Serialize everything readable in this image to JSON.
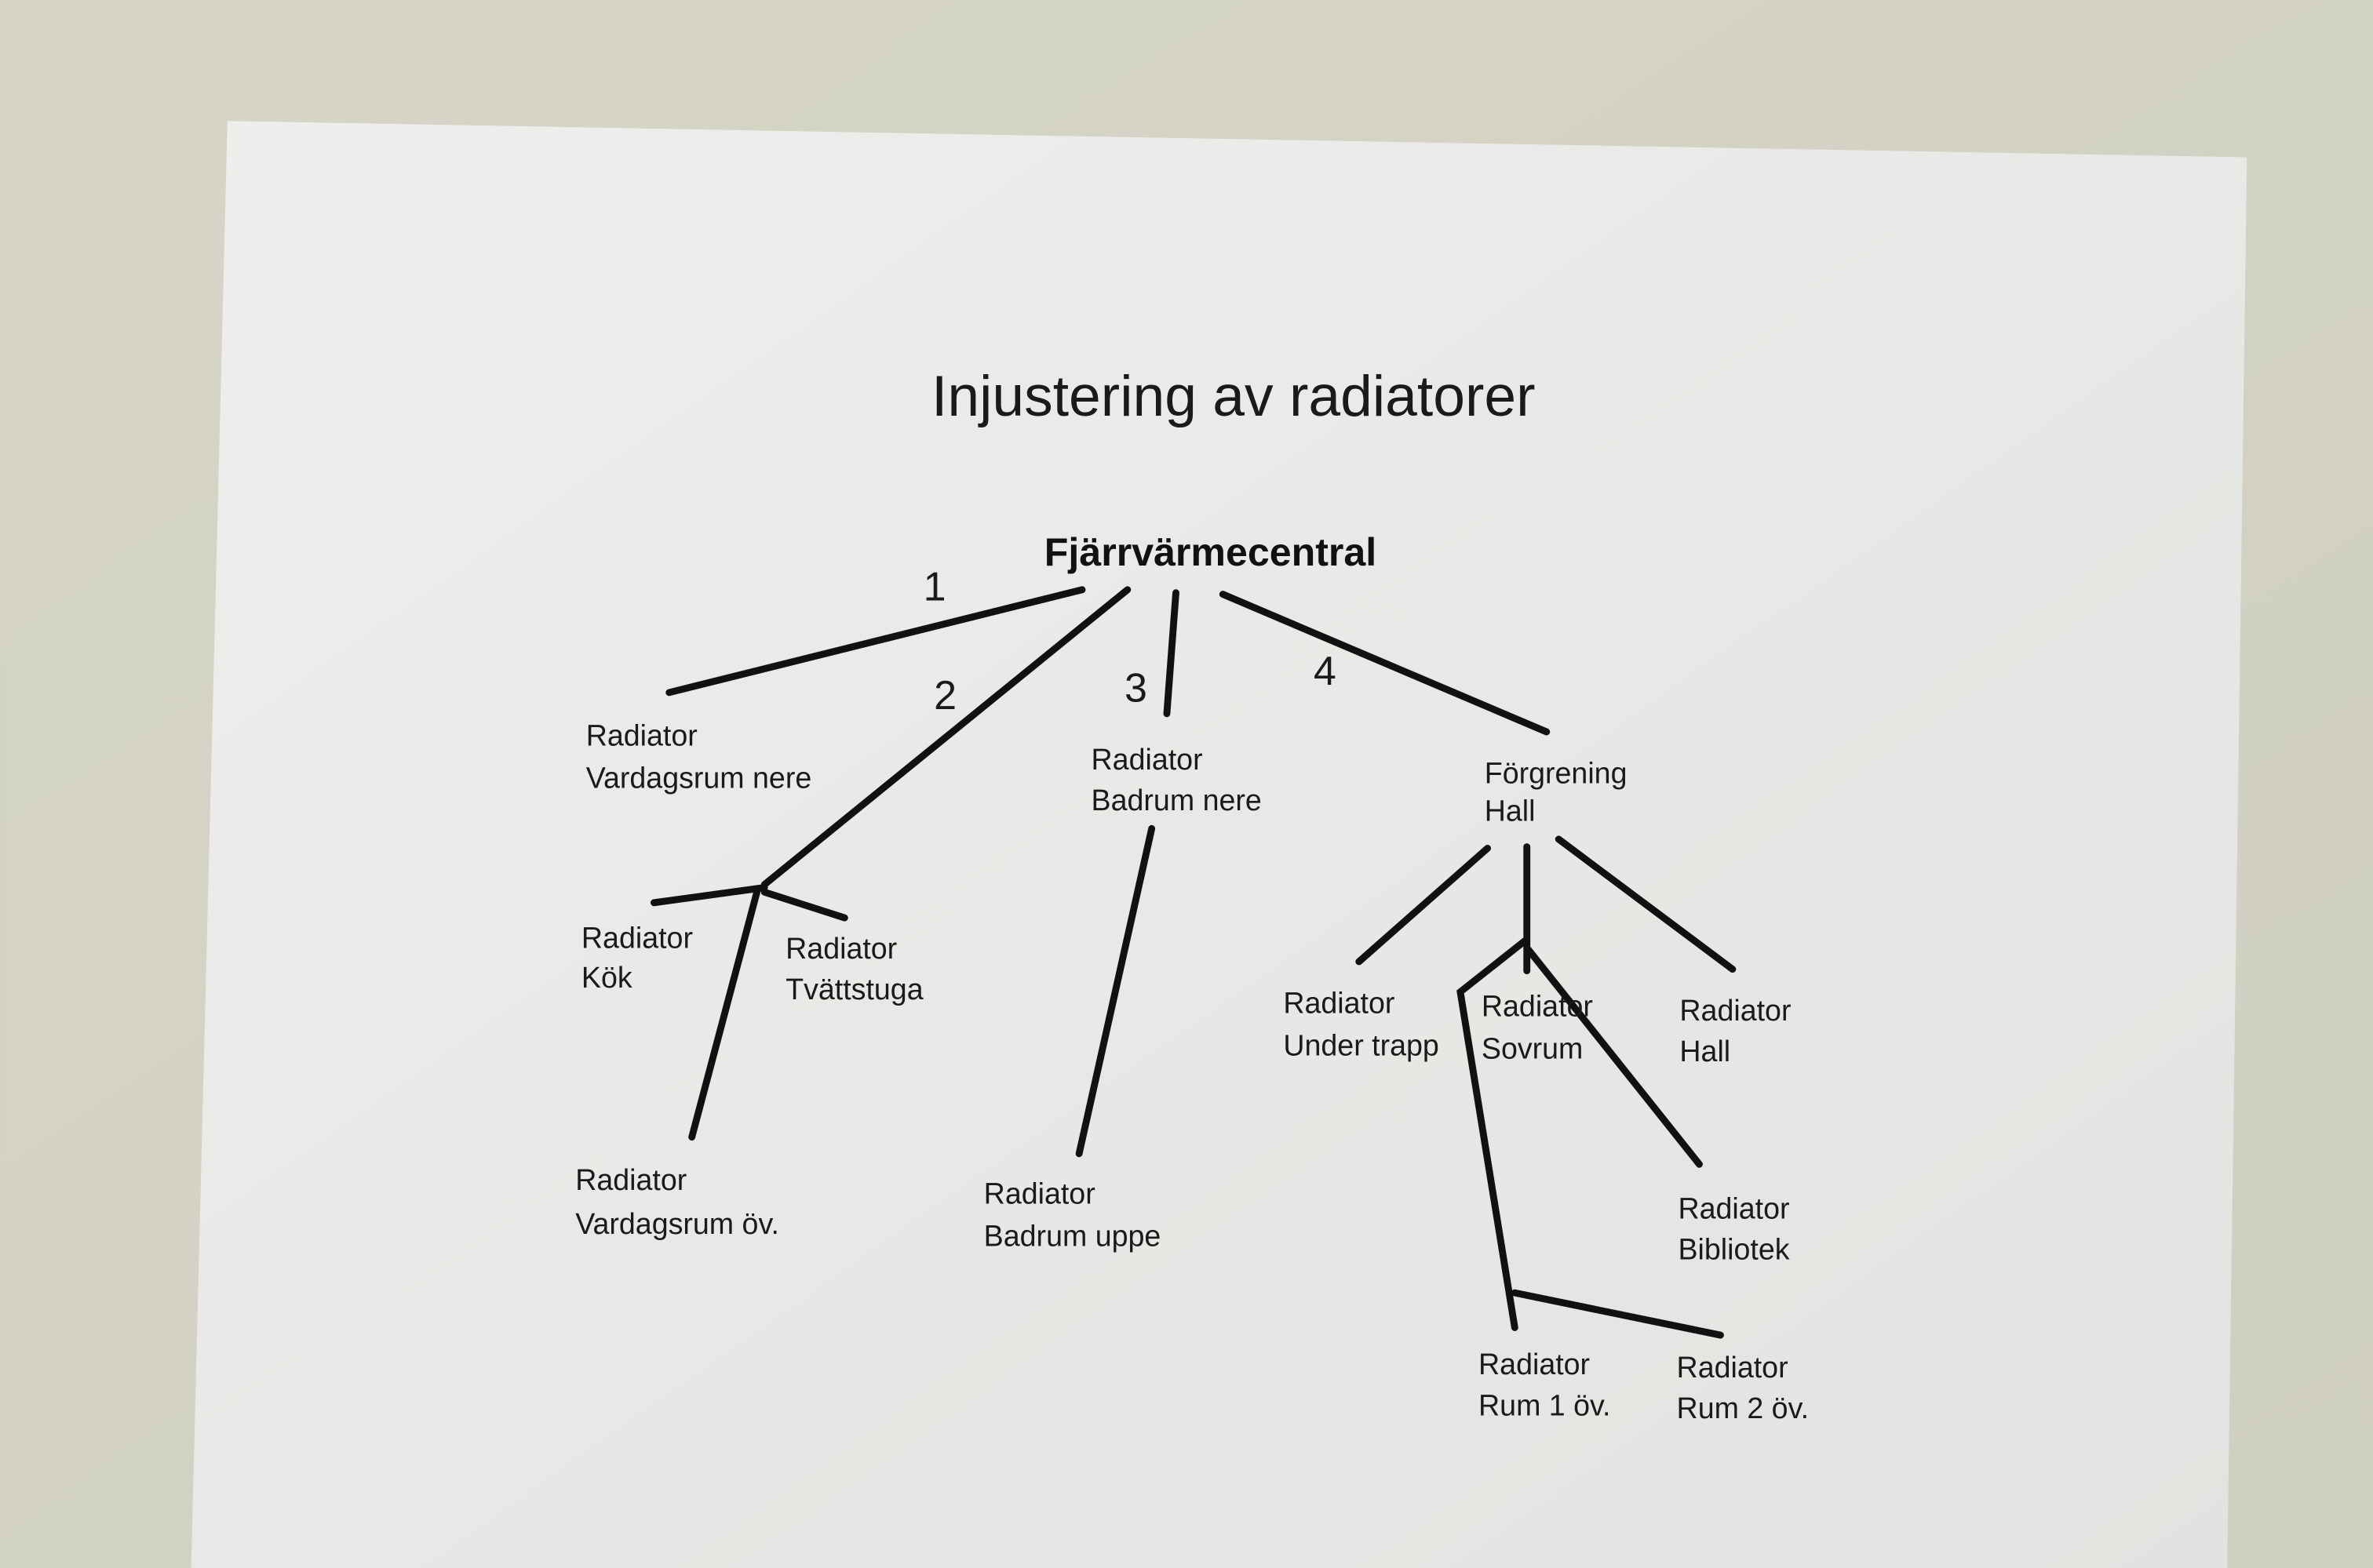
{
  "title": "Injustering av radiatorer",
  "root": "Fjärrvärmecentral",
  "branches": [
    "1",
    "2",
    "3",
    "4"
  ],
  "nodes": {
    "vardagsrum_nere": [
      "Radiator",
      "Vardagsrum nere"
    ],
    "kok": [
      "Radiator",
      "Kök"
    ],
    "tvattstuga": [
      "Radiator",
      "Tvättstuga"
    ],
    "vardagsrum_ov": [
      "Radiator",
      "Vardagsrum öv."
    ],
    "badrum_nere": [
      "Radiator",
      "Badrum nere"
    ],
    "badrum_uppe": [
      "Radiator",
      "Badrum uppe"
    ],
    "forgrening_hall": [
      "Förgrening",
      "Hall"
    ],
    "under_trapp": [
      "Radiator",
      "Under trapp"
    ],
    "sovrum": [
      "Radiator",
      "Sovrum"
    ],
    "hall": [
      "Radiator",
      "Hall"
    ],
    "bibliotek": [
      "Radiator",
      "Bibliotek"
    ],
    "rum1": [
      "Radiator",
      "Rum 1 öv."
    ],
    "rum2": [
      "Radiator",
      "Rum 2 öv."
    ]
  },
  "colors": {
    "background": "#d3d2c3",
    "paper": "#e9eae7",
    "ink": "#111111"
  }
}
